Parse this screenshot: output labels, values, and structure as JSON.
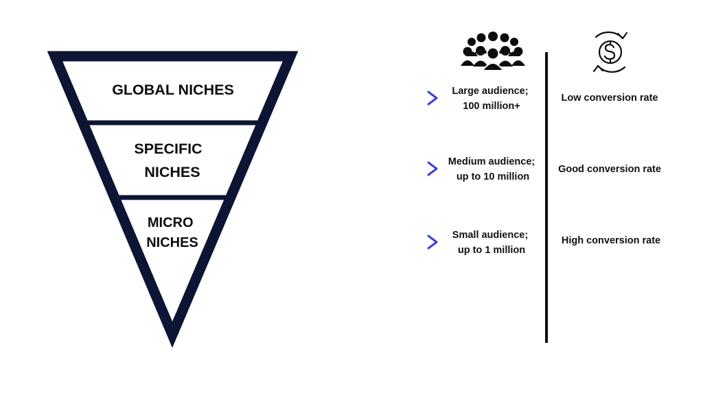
{
  "funnel": {
    "levels": [
      {
        "lines": [
          "GLOBAL NICHES"
        ]
      },
      {
        "lines": [
          "SPECIFIC",
          "NICHES"
        ]
      },
      {
        "lines": [
          "MICRO",
          "NICHES"
        ]
      }
    ]
  },
  "audience": {
    "icon": "group-of-people-icon",
    "items": [
      {
        "lines": [
          "Large audience;",
          "100 million+"
        ]
      },
      {
        "lines": [
          "Medium audience;",
          "up to 10 million"
        ]
      },
      {
        "lines": [
          "Small audience;",
          "up to 1 million"
        ]
      }
    ]
  },
  "conversion": {
    "icon": "dollar-cycle-icon",
    "items": [
      {
        "label": "Low conversion rate"
      },
      {
        "label": "Good conversion rate"
      },
      {
        "label": "High conversion rate"
      }
    ]
  },
  "colors": {
    "funnel_stroke": "#0c1533",
    "arrow_start": "#0b0f24",
    "arrow_end": "#3b3fd6",
    "divider": "#0d0d0d"
  }
}
